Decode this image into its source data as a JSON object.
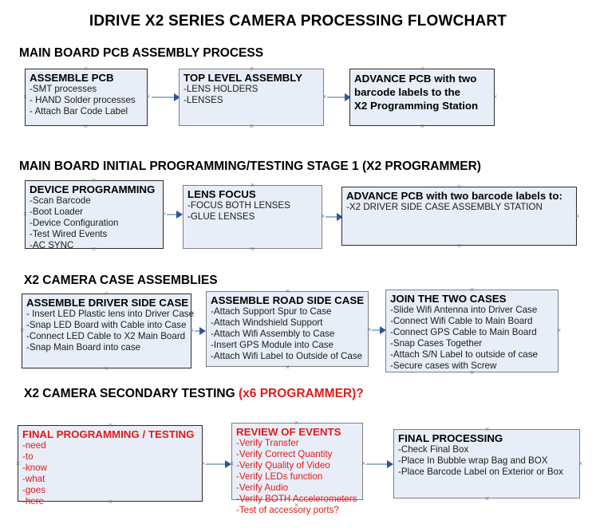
{
  "title": "IDRIVE X2  SERIES CAMERA PROCESSING FLOWCHART",
  "sections": [
    {
      "header": "MAIN BOARD PCB ASSEMBLY PROCESS",
      "header_accent": "",
      "nodes": [
        {
          "title": "ASSEMBLE PCB",
          "lines": [
            "-SMT processes",
            "- HAND Solder processes",
            "- Attach Bar Code Label"
          ]
        },
        {
          "title": "TOP LEVEL ASSEMBLY",
          "lines": [
            "-LENS HOLDERS",
            "-LENSES"
          ]
        },
        {
          "title_lines": [
            "ADVANCE PCB with two",
            "barcode labels to the",
            " X2 Programming Station"
          ],
          "lines": []
        }
      ]
    },
    {
      "header": "MAIN BOARD INITIAL PROGRAMMING/TESTING STAGE 1 (X2 PROGRAMMER)",
      "header_accent": "",
      "nodes": [
        {
          "title": "DEVICE PROGRAMMING",
          "lines": [
            "-Scan Barcode",
            "-Boot Loader",
            "-Device Configuration",
            "-Test Wired Events",
            "-AC SYNC"
          ]
        },
        {
          "title": "LENS FOCUS",
          "lines": [
            "-FOCUS BOTH LENSES",
            "-GLUE LENSES"
          ]
        },
        {
          "title": "ADVANCE PCB with two barcode labels to:",
          "lines": [
            "-X2 DRIVER  SIDE  CASE  ASSEMBLY STATION"
          ]
        }
      ]
    },
    {
      "header": "X2 CAMERA CASE ASSEMBLIES",
      "header_accent": "",
      "nodes": [
        {
          "title": "ASSEMBLE DRIVER SIDE CASE",
          "lines": [
            "- Insert LED Plastic lens into Driver Case",
            "-Snap LED Board with Cable into Case",
            "-Connect LED Cable to X2 Main Board",
            "-Snap Main Board into case"
          ]
        },
        {
          "title": "ASSEMBLE ROAD SIDE CASE",
          "lines": [
            "-Attach Support Spur to Case",
            "-Attach Windshield Support",
            "-Attach Wifi Assembly to Case",
            "-Insert GPS Module into Case",
            "-Attach Wifi Label to Outside of Case"
          ]
        },
        {
          "title": "JOIN THE TWO CASES",
          "lines": [
            "-Slide Wifi Antenna into Driver Case",
            "-Connect Wifi Cable to Main Board",
            "-Connect GPS Cable to Main Board",
            "-Snap Cases Together",
            "-Attach S/N Label to outside of case",
            "-Secure cases with Screw"
          ]
        }
      ]
    },
    {
      "header": "X2 CAMERA SECONDARY TESTING  ",
      "header_accent": "(x6 PROGRAMMER)?",
      "nodes": [
        {
          "title": "FINAL PROGRAMMING / TESTING",
          "lines": [
            "-need",
            "-to",
            "-know",
            "-what",
            "-goes",
            "-here"
          ]
        },
        {
          "title": "REVIEW OF EVENTS",
          "lines": [
            "-Verify Transfer",
            "-Verify Correct Quantity",
            "-Verify Quality of Video",
            "-Verify LEDs function",
            "-Verify Audio",
            "-Verify BOTH Accelerometers",
            "-Test of accessory ports?"
          ]
        },
        {
          "title": "FINAL PROCESSING",
          "lines": [
            " -Check Final Box",
            "-Place In Bubble wrap Bag and BOX",
            "-Place Barcode Label on Exterior or Box"
          ]
        }
      ]
    }
  ],
  "colors": {
    "node_fill": "#e8eef7",
    "node_border": "#2b2b2b",
    "node_border_gray": "#7b7f86",
    "connector": "#9bb6cd",
    "arrowhead": "#2f5496",
    "accent_red": "#e01b1b",
    "text": "#000000"
  }
}
